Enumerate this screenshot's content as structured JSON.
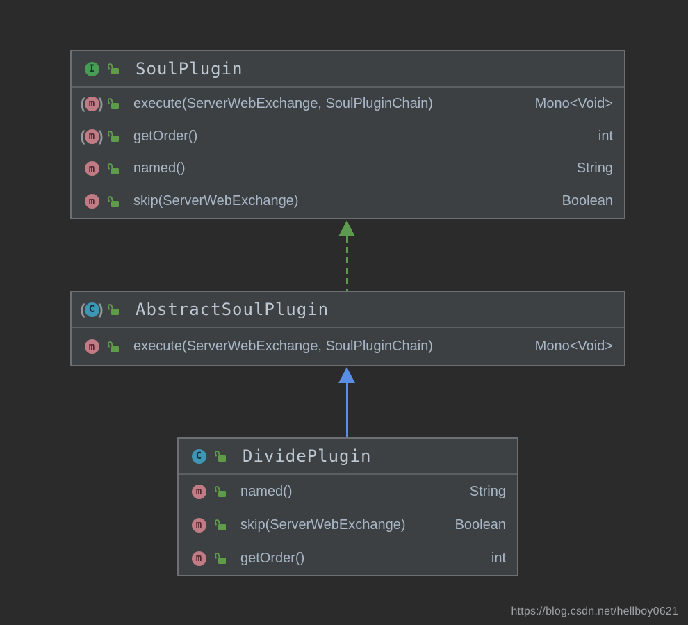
{
  "diagram": {
    "background": "#2b2b2b",
    "watermark": "https://blog.csdn.net/hellboy0621"
  },
  "icons": {
    "interface-icon": {
      "glyph": "I",
      "bg": "#499c54"
    },
    "class-icon": {
      "glyph": "C",
      "bg": "#3f95b4"
    },
    "abstract-class-icon": {
      "glyph": "C",
      "bg": "#3f95b4",
      "wrapped": true
    },
    "method-icon": {
      "glyph": "m",
      "bg": "#c17b84"
    },
    "abstract-method-icon": {
      "glyph": "m",
      "bg": "#c17b84",
      "wrapped": true
    },
    "public-lock-icon": {
      "shape": "open-padlock",
      "color": "#5f9c49"
    }
  },
  "classes": [
    {
      "name": "SoulPlugin",
      "kind": "interface",
      "kind_icon": "interface-icon",
      "visibility_icon": "public-lock-icon",
      "methods": [
        {
          "signature": "execute(ServerWebExchange, SoulPluginChain)",
          "returns": "Mono<Void>",
          "icon": "abstract-method-icon",
          "visibility_icon": "public-lock-icon"
        },
        {
          "signature": "getOrder()",
          "returns": "int",
          "icon": "abstract-method-icon",
          "visibility_icon": "public-lock-icon"
        },
        {
          "signature": "named()",
          "returns": "String",
          "icon": "method-icon",
          "visibility_icon": "public-lock-icon"
        },
        {
          "signature": "skip(ServerWebExchange)",
          "returns": "Boolean",
          "icon": "method-icon",
          "visibility_icon": "public-lock-icon"
        }
      ]
    },
    {
      "name": "AbstractSoulPlugin",
      "kind": "abstract-class",
      "kind_icon": "abstract-class-icon",
      "visibility_icon": "public-lock-icon",
      "methods": [
        {
          "signature": "execute(ServerWebExchange, SoulPluginChain)",
          "returns": "Mono<Void>",
          "icon": "method-icon",
          "visibility_icon": "public-lock-icon"
        }
      ]
    },
    {
      "name": "DividePlugin",
      "kind": "class",
      "kind_icon": "class-icon",
      "visibility_icon": "public-lock-icon",
      "methods": [
        {
          "signature": "named()",
          "returns": "String",
          "icon": "method-icon",
          "visibility_icon": "public-lock-icon"
        },
        {
          "signature": "skip(ServerWebExchange)",
          "returns": "Boolean",
          "icon": "method-icon",
          "visibility_icon": "public-lock-icon"
        },
        {
          "signature": "getOrder()",
          "returns": "int",
          "icon": "method-icon",
          "visibility_icon": "public-lock-icon"
        }
      ]
    }
  ],
  "relations": [
    {
      "name": "implements",
      "from": "AbstractSoulPlugin",
      "to": "SoulPlugin",
      "line": "dashed",
      "color": "#5d9b51"
    },
    {
      "name": "extends",
      "from": "DividePlugin",
      "to": "AbstractSoulPlugin",
      "line": "solid",
      "color": "#5a8de4"
    }
  ],
  "colors": {
    "box_body": "#3c4043",
    "box_header": "#3d4144",
    "box_border": "#6d7072",
    "method_text": "#a9b7c6",
    "title_text": "#bdc8d2",
    "watermark_text": "#9da1a5"
  }
}
